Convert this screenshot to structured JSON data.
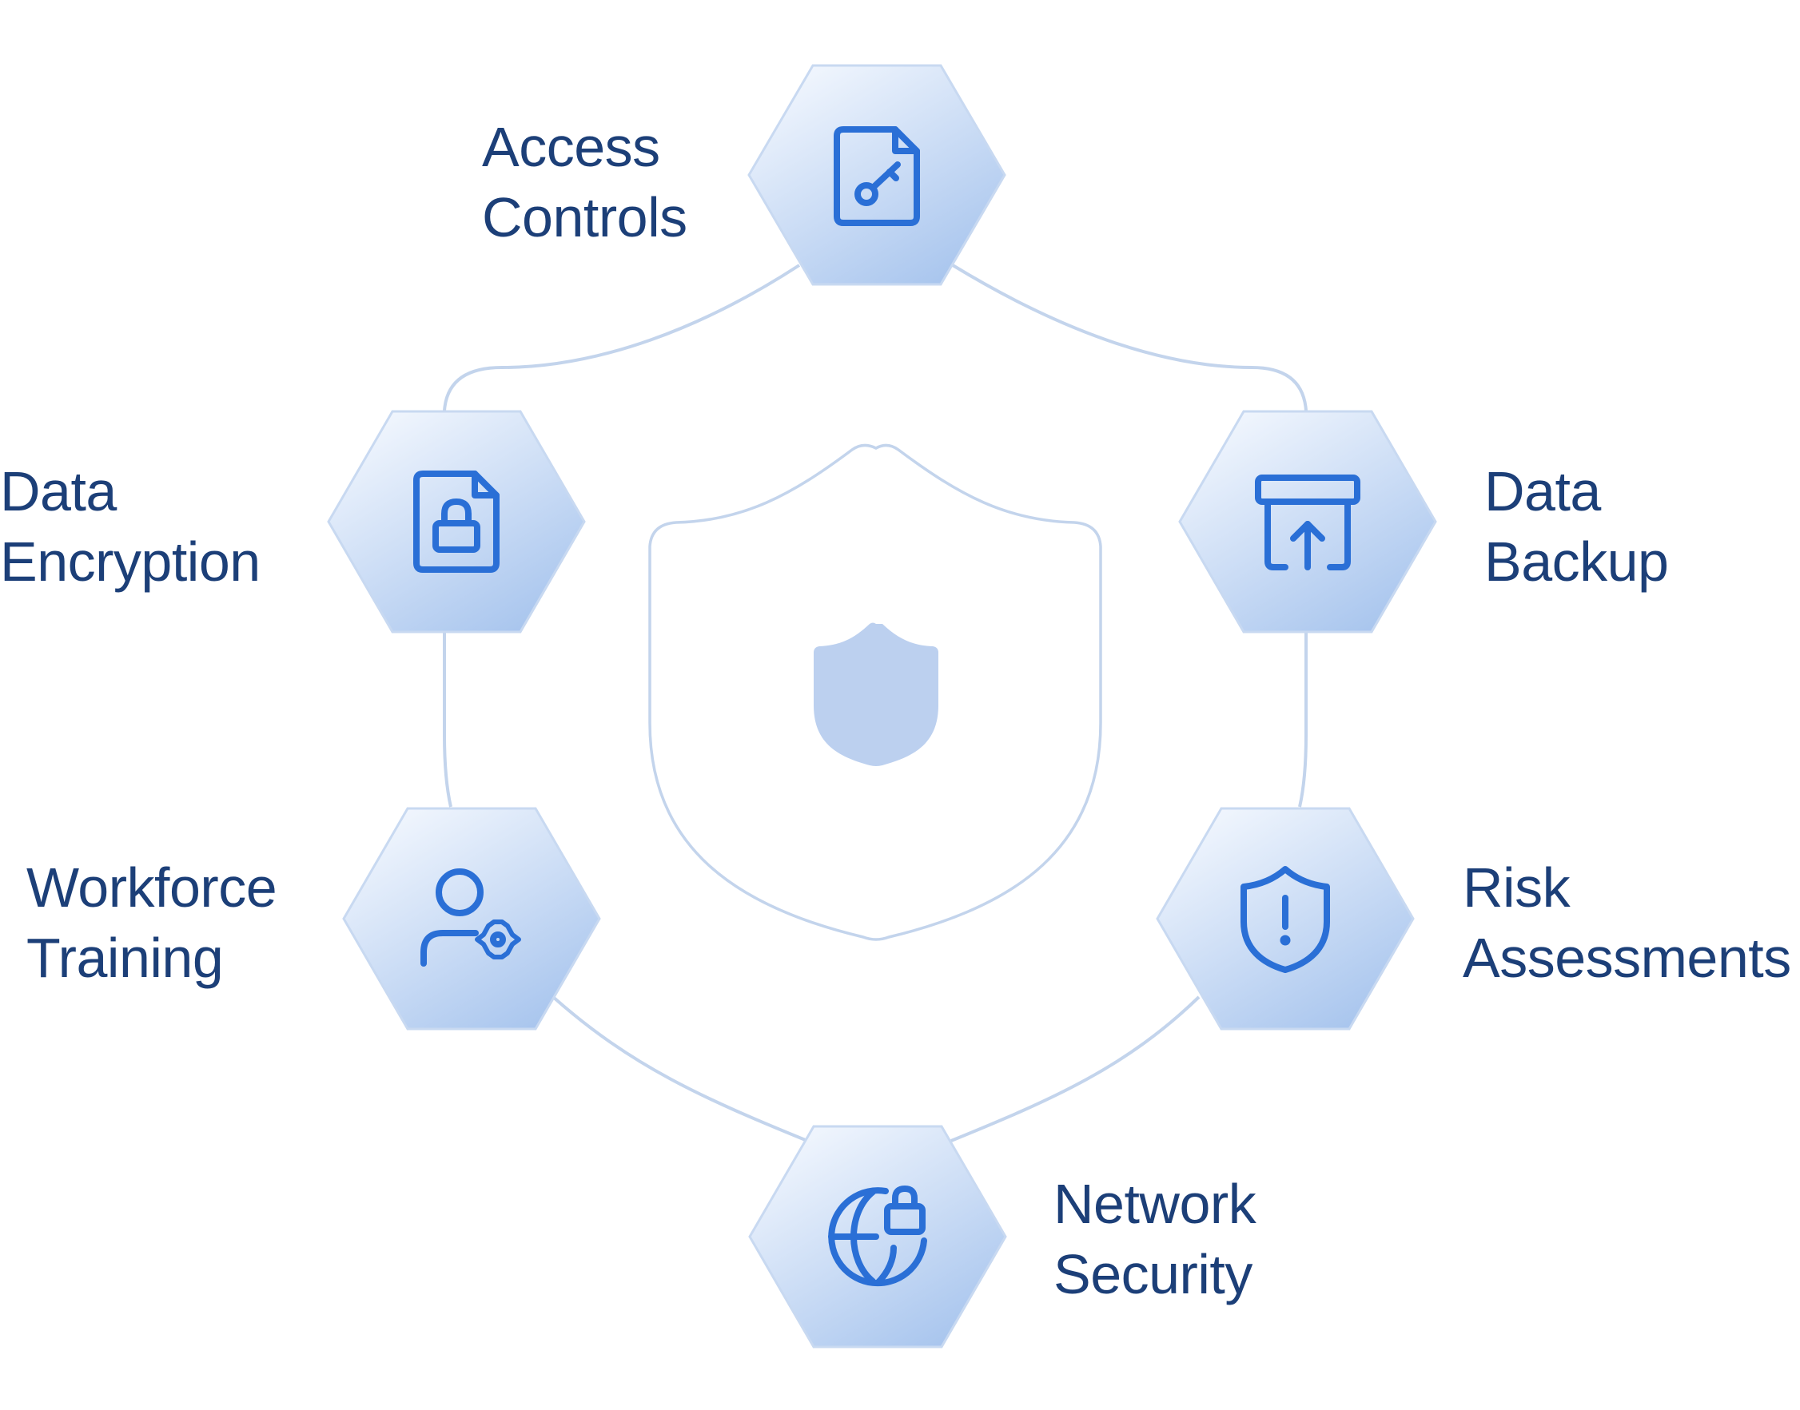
{
  "colors": {
    "connector": "#c3d4ec",
    "hex_top": "#f4f8fe",
    "hex_bottom": "#a5c3ed",
    "hex_border": "#c8d9f1",
    "icon": "#2a6fd6",
    "label_text": "#1c3f78",
    "center_shield_fill": "#bcd0ef"
  },
  "nodes": [
    {
      "id": "access-controls",
      "icon": "file-key-icon",
      "label_lines": [
        "Access",
        "Controls"
      ]
    },
    {
      "id": "data-encryption",
      "icon": "file-lock-icon",
      "label_lines": [
        "Data",
        "Encryption"
      ]
    },
    {
      "id": "data-backup",
      "icon": "archive-upload-icon",
      "label_lines": [
        "Data",
        "Backup"
      ]
    },
    {
      "id": "workforce-training",
      "icon": "user-gear-icon",
      "label_lines": [
        "Workforce",
        "Training"
      ]
    },
    {
      "id": "risk-assessments",
      "icon": "shield-alert-icon",
      "label_lines": [
        "Risk",
        "Assessments"
      ]
    },
    {
      "id": "network-security",
      "icon": "globe-lock-icon",
      "label_lines": [
        "Network",
        "Security"
      ]
    }
  ],
  "center": {
    "icon": "shield-icon"
  }
}
